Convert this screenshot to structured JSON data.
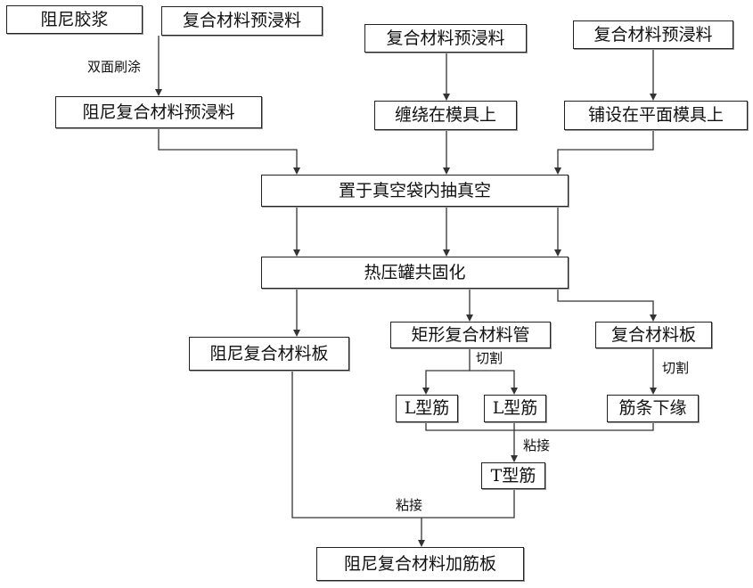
{
  "boxes": {
    "damping_glue": "阻尼胶浆",
    "prepreg_1": "复合材料预浸料",
    "prepreg_2": "复合材料预浸料",
    "prepreg_3": "复合材料预浸料",
    "damping_prepreg": "阻尼复合材料预浸料",
    "wind_on_mold": "缠绕在模具上",
    "lay_flat_mold": "铺设在平面模具上",
    "vacuum_bag": "置于真空袋内抽真空",
    "autoclave": "热压罐共固化",
    "damping_plate": "阻尼复合材料板",
    "rect_tube": "矩形复合材料管",
    "composite_plate": "复合材料板",
    "l_rib_1": "L型筋",
    "l_rib_2": "L型筋",
    "rib_flange": "筋条下缘",
    "t_rib": "T型筋",
    "final_product": "阻尼复合材料加筋板"
  },
  "labels": {
    "double_brush": "双面刷涂",
    "cut_1": "切割",
    "cut_2": "切割",
    "bond_1": "粘接",
    "bond_2": "粘接"
  }
}
